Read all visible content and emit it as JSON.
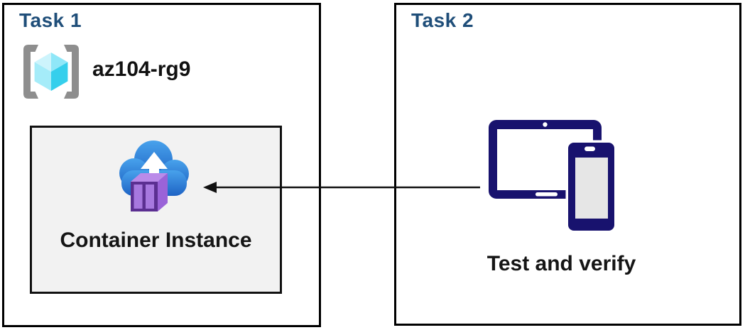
{
  "diagram": {
    "task1": {
      "title": "Task 1",
      "resource_group": {
        "name": "az104-rg9",
        "icon": "resource-group-icon"
      },
      "container_instance": {
        "label": "Container Instance",
        "icon": "container-instances-icon"
      }
    },
    "task2": {
      "title": "Task 2",
      "devices_label": "Test and verify",
      "icon": "tablet-phone-devices-icon"
    },
    "arrow": {
      "from": "task2-devices",
      "to": "task1-container-instance",
      "direction": "right-to-left"
    },
    "colors": {
      "task_title": "#1F4E79",
      "box_border": "#000000",
      "inner_box_fill": "#F2F2F2",
      "device_navy": "#18126E",
      "cloud_blue_top": "#48A2EC",
      "cloud_blue_bottom": "#1E63C4",
      "container_frame_purple": "#5B2F91",
      "container_panel_purple": "#A778DF",
      "container_top_purple": "#BA8BE9",
      "container_side_purple": "#9A63D8",
      "cube_cyan_light": "#CDF4FC",
      "cube_cyan_mid": "#8FE7F8",
      "cube_cyan_face": "#A5ECF9",
      "cube_cyan_dark": "#35CFEC",
      "bracket_gray": "#8E8E8E"
    }
  }
}
